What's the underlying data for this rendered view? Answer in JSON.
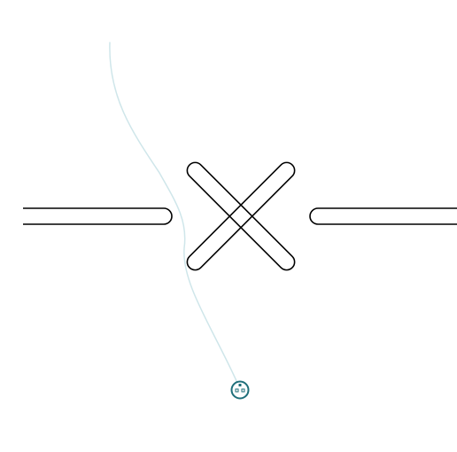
{
  "scene": {
    "background": "#ffffff",
    "outline_color": "#000000",
    "trail_color": "#cfe6ea",
    "player_color": "#1f6f7a"
  },
  "elements": {
    "left_bar": "horizontal-bar",
    "right_bar": "horizontal-bar",
    "cross": "x-cross-obstacle",
    "trail": "motion-trail",
    "player": "player-ball"
  }
}
